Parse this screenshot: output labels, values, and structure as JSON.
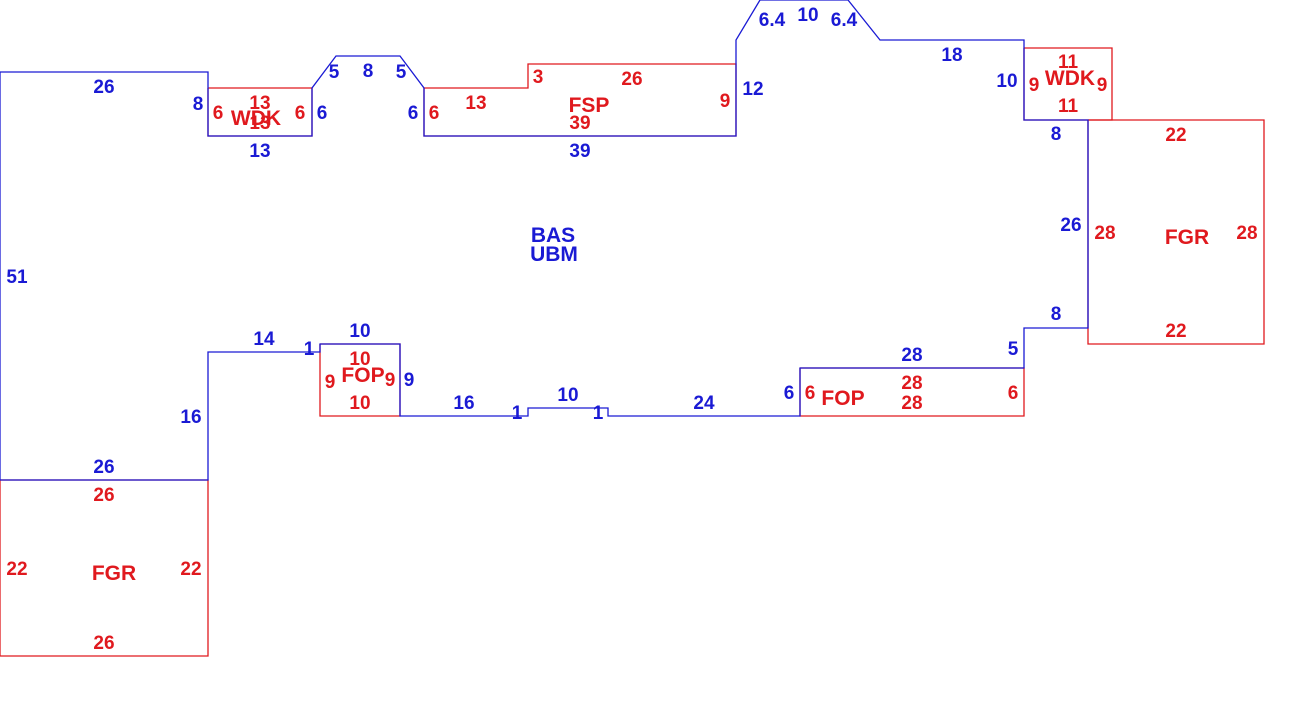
{
  "colors": {
    "main_area": "#1a1ad4",
    "sub_area": "#e0191e",
    "background": "#ffffff"
  },
  "main_area": {
    "codes": [
      "BAS",
      "UBM"
    ],
    "dimensions": [
      "26",
      "8",
      "13",
      "6",
      "5",
      "8",
      "5",
      "6",
      "39",
      "12",
      "6.4",
      "10",
      "6.4",
      "18",
      "10",
      "8",
      "26",
      "8",
      "5",
      "28",
      "6",
      "24",
      "1",
      "10",
      "1",
      "16",
      "9",
      "10",
      "1",
      "14",
      "16",
      "26",
      "51"
    ]
  },
  "sub_areas": {
    "wdk_left": {
      "code": "WDK",
      "dimensions": [
        "13",
        "13",
        "6",
        "6"
      ]
    },
    "fsp": {
      "code": "FSP",
      "dimensions": [
        "13",
        "3",
        "26",
        "9",
        "39",
        "6"
      ]
    },
    "wdk_right": {
      "code": "WDK",
      "dimensions": [
        "11",
        "11",
        "9",
        "9"
      ]
    },
    "fgr_right": {
      "code": "FGR",
      "dimensions": [
        "22",
        "22",
        "28",
        "28"
      ]
    },
    "fop_center": {
      "code": "FOP",
      "dimensions": [
        "10",
        "10",
        "9",
        "9"
      ]
    },
    "fop_right": {
      "code": "FOP",
      "dimensions": [
        "28",
        "28",
        "6",
        "6"
      ]
    },
    "fgr_left": {
      "code": "FGR",
      "dimensions": [
        "26",
        "26",
        "22",
        "22"
      ]
    }
  }
}
